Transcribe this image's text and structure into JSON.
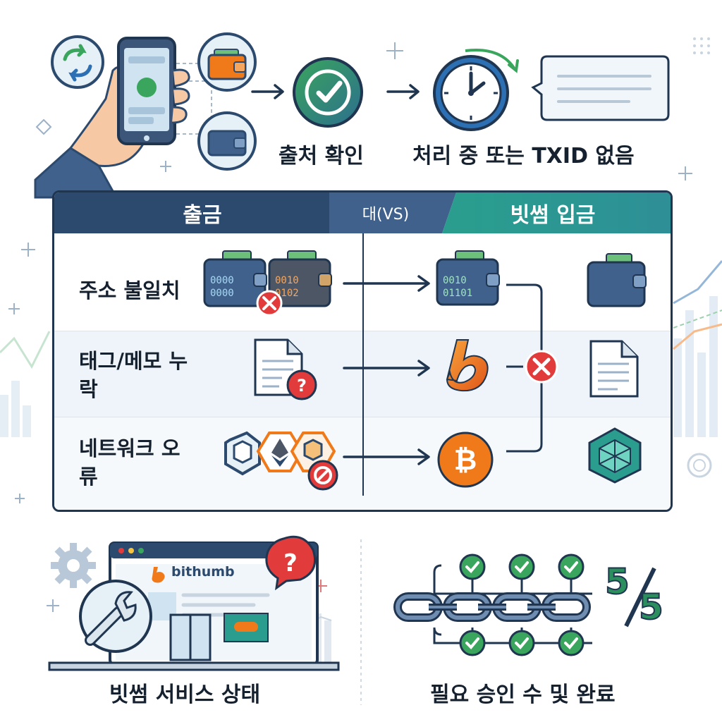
{
  "top_flow": {
    "verify_label": "출처 확인",
    "pending_label": "처리 중 또는 TXID 없음"
  },
  "comparison": {
    "withdraw_header": "출금",
    "vs_label": "대(VS)",
    "deposit_header": "빗썸 입금",
    "rows": [
      {
        "label": "주소 불일치",
        "src_wallet_1_code": "0000\n0000",
        "src_wallet_2_code": "0010\n0102",
        "dst_wallet_code": "0010\n01101"
      },
      {
        "label": "태그/메모 누락"
      },
      {
        "label": "네트워크 오류"
      }
    ]
  },
  "service_status": {
    "label": "빗썸 서비스 상태",
    "brand": "bithumb"
  },
  "confirmations": {
    "label": "필요 승인 수 및 완료",
    "current": "5",
    "required": "5"
  },
  "colors": {
    "navy": "#2c4a6e",
    "teal": "#2a9d8f",
    "green": "#3aa55d",
    "red": "#e23b3b",
    "orange": "#f07a1a"
  }
}
